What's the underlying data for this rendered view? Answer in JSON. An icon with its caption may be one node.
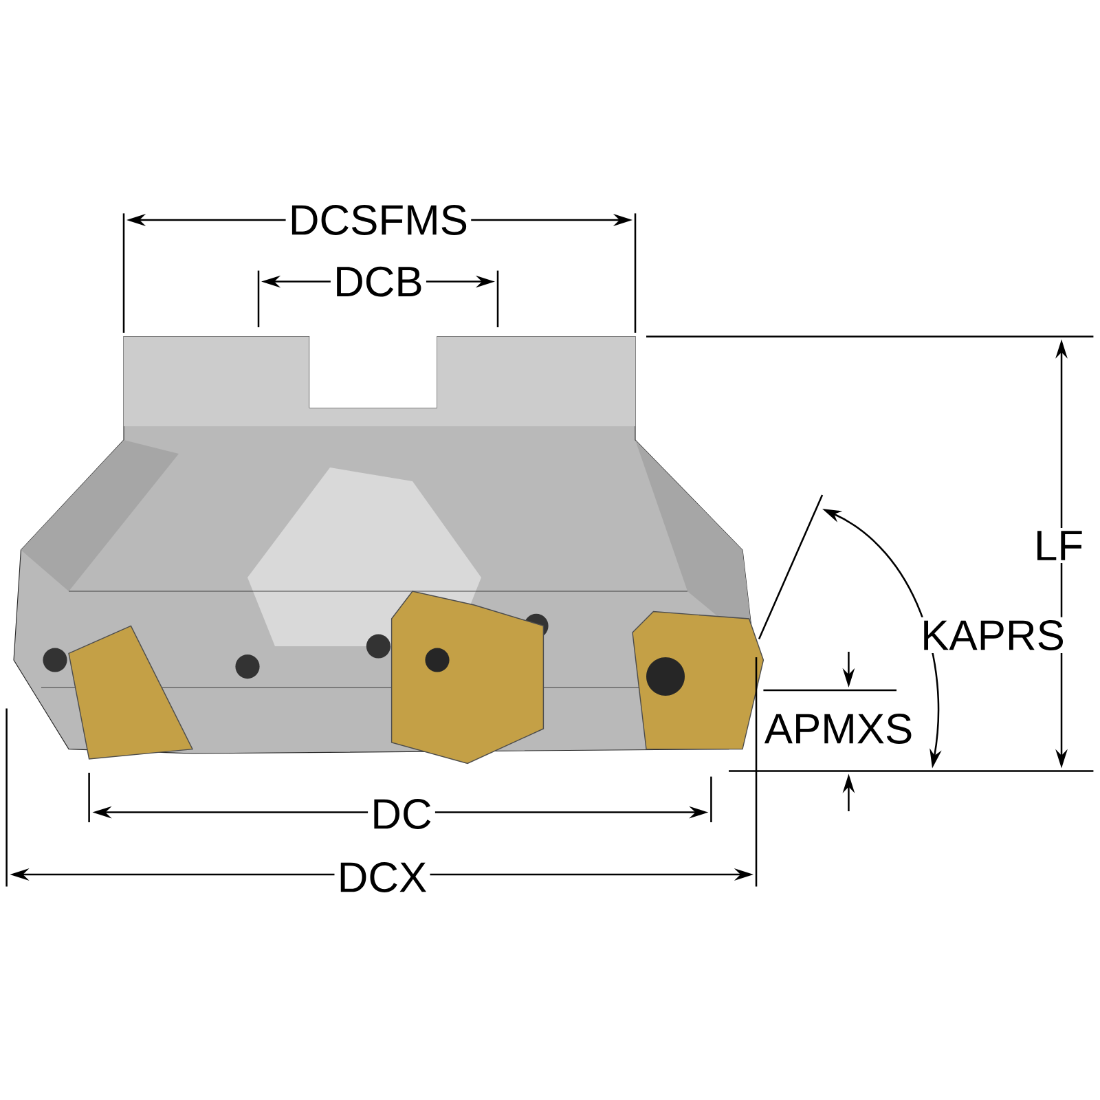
{
  "diagram": {
    "labels": [
      "DCSFMS",
      "DCB",
      "LF",
      "KAPRS",
      "APMXS",
      "DC",
      "DCX"
    ]
  }
}
